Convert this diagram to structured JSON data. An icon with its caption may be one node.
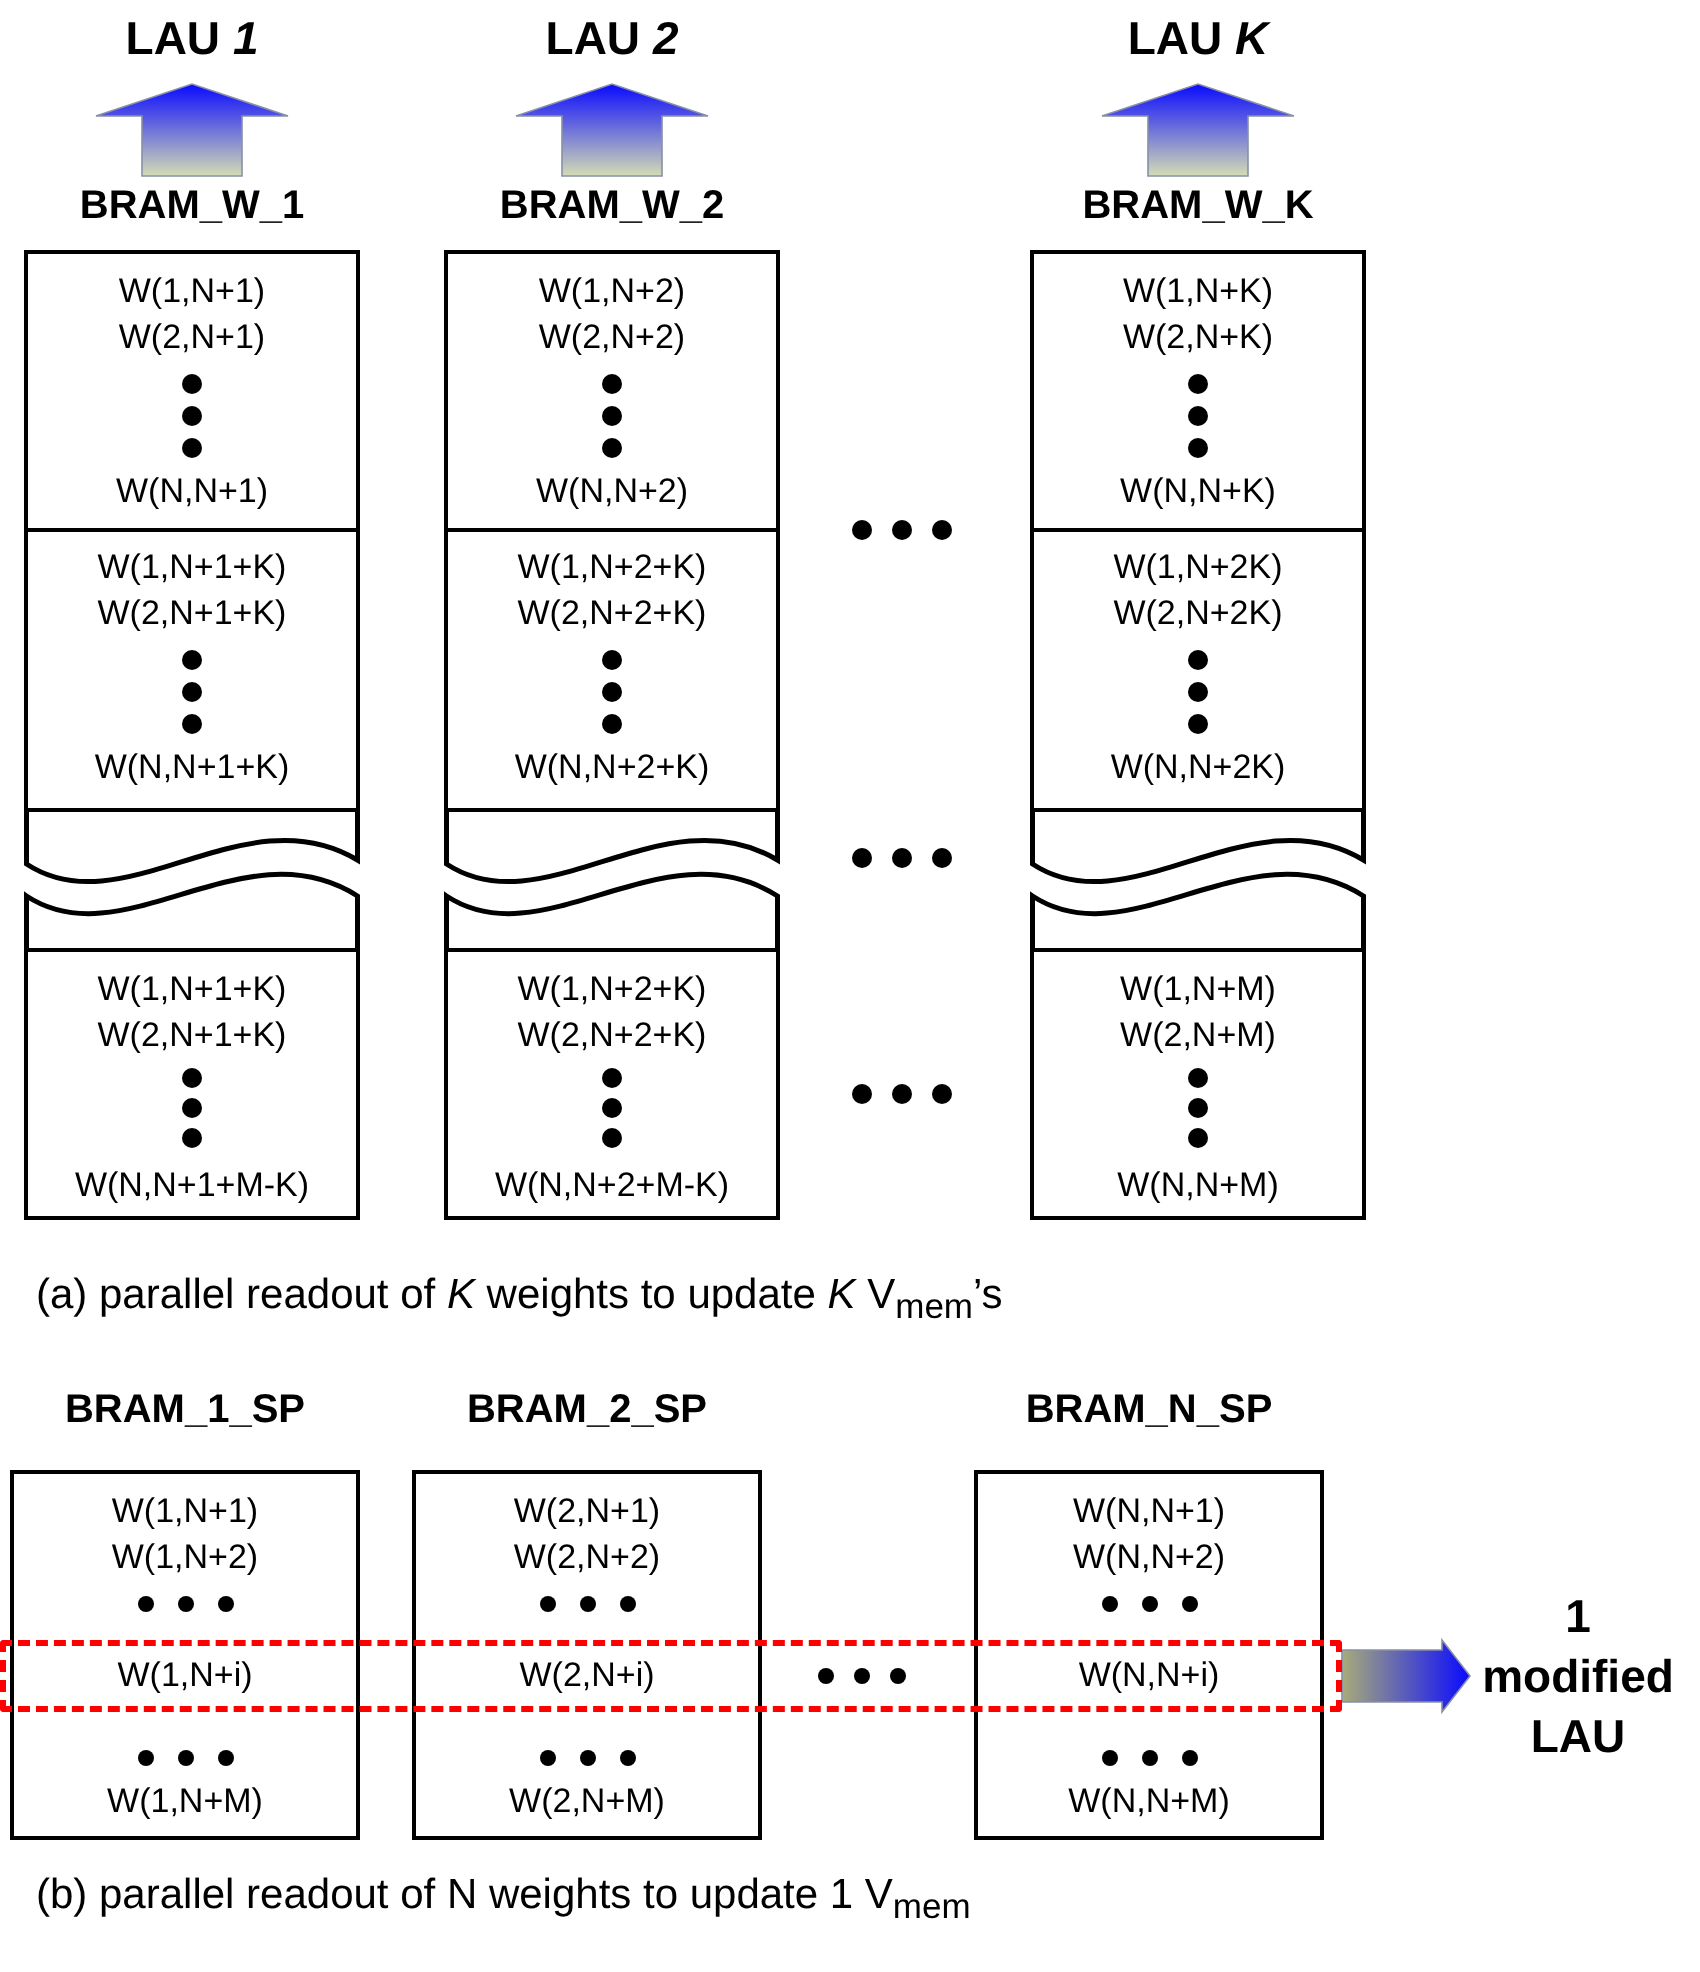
{
  "diagram": {
    "nodes": [
      {
        "text": [
          "LAU *1*"
        ]
      },
      {
        "text": [
          "LAU *2*"
        ]
      },
      {
        "text": [
          "LAU *K*"
        ]
      },
      {
        "text": [
          "BRAM_W_1"
        ]
      },
      {
        "text": [
          "W(1,N+1)",
          "W(2,N+1)",
          "W(N,N+1)"
        ],
        "in": 3
      },
      {
        "text": [
          "W(1,N+1+K)",
          "W(2,N+1+K)",
          "W(N,N+1+K)"
        ],
        "in": 3
      },
      {
        "text": [
          "W(1,N+1+K)",
          "W(2,N+1+K)",
          "W(N,N+1+M-K)"
        ],
        "in": 3
      },
      {
        "text": [
          "BRAM_W_2"
        ]
      },
      {
        "text": [
          "W(1,N+2)",
          "W(2,N+2)",
          "W(N,N+2)"
        ],
        "in": 7
      },
      {
        "text": [
          "W(1,N+2+K)",
          "W(2,N+2+K)",
          "W(N,N+2+K)"
        ],
        "in": 7
      },
      {
        "text": [
          "W(1,N+2+K)",
          "W(2,N+2+K)",
          "W(N,N+2+M-K)"
        ],
        "in": 7
      },
      {
        "text": [
          "BRAM_W_K"
        ]
      },
      {
        "text": [
          "W(1,N+K)",
          "W(2,N+K)",
          "W(N,N+K)"
        ],
        "in": 11
      },
      {
        "text": [
          "W(1,N+2K)",
          "W(2,N+2K)",
          "W(N,N+2K)"
        ],
        "in": 11
      },
      {
        "text": [
          "W(1,N+M)",
          "W(2,N+M)",
          "W(N,N+M)"
        ],
        "in": 11
      },
      {
        "text": [
          "BRAM_1_SP",
          "W(1,N+1)",
          "W(1,N+2)",
          "W(1,N+M)"
        ]
      },
      {
        "text": [
          "BRAM_2_SP",
          "W(2,N+1)",
          "W(2,N+2)",
          "W(2,N+M)"
        ]
      },
      {
        "text": [
          "BRAM_N_SP",
          "W(N,N+1)",
          "W(N,N+2)",
          "W(N,N+M)"
        ]
      },
      {
        "text": [
          "W(1,N+i)",
          "W(2,N+i)",
          "W(N,N+i)"
        ]
      },
      {
        "text": [
          "1 modified LAU"
        ]
      }
    ],
    "edges": [
      {
        "from": 3,
        "to": 0,
        "arrow": "to"
      },
      {
        "from": 7,
        "to": 1,
        "arrow": "to"
      },
      {
        "from": 11,
        "to": 2,
        "arrow": "to"
      },
      {
        "from": 18,
        "to": 19,
        "arrow": "to"
      }
    ],
    "labels": [
      "(a) parallel readout of *K* weights to update *K* V$_{mem}$’s",
      "(b) parallel readout of N weights to update 1 V$_{mem}$"
    ]
  }
}
